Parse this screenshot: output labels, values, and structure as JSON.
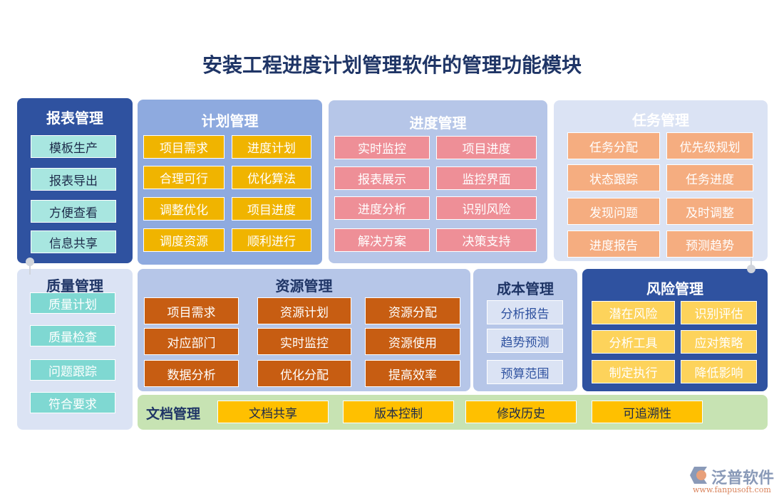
{
  "title": "安装工程进度计划管理软件的管理功能模块",
  "modules": {
    "report": {
      "title": "报表管理",
      "items": [
        "模板生产",
        "报表导出",
        "方便查看",
        "信息共享"
      ]
    },
    "plan": {
      "title": "计划管理",
      "items": [
        "项目需求",
        "进度计划",
        "合理可行",
        "优化算法",
        "调整优化",
        "项目进度",
        "调度资源",
        "顺利进行"
      ]
    },
    "progress": {
      "title": "进度管理",
      "items": [
        "实时监控",
        "项目进度",
        "报表展示",
        "监控界面",
        "进度分析",
        "识别风险",
        "解决方案",
        "决策支持"
      ]
    },
    "task": {
      "title": "任务管理",
      "items": [
        "任务分配",
        "优先级规划",
        "状态跟踪",
        "任务进度",
        "发现问题",
        "及时调整",
        "进度报告",
        "预测趋势"
      ]
    },
    "quality": {
      "title": "质量管理",
      "items": [
        "质量计划",
        "质量检查",
        "问题跟踪",
        "符合要求"
      ]
    },
    "resource": {
      "title": "资源管理",
      "items": [
        "项目需求",
        "资源计划",
        "资源分配",
        "对应部门",
        "实时监控",
        "资源使用",
        "数据分析",
        "优化分配",
        "提高效率"
      ]
    },
    "cost": {
      "title": "成本管理",
      "items": [
        "分析报告",
        "趋势预测",
        "预算范围"
      ]
    },
    "risk": {
      "title": "风险管理",
      "items": [
        "潜在风险",
        "识别评估",
        "分析工具",
        "应对策略",
        "制定执行",
        "降低影响"
      ]
    },
    "doc": {
      "title": "文档管理",
      "items": [
        "文档共享",
        "版本控制",
        "修改历史",
        "可追溯性"
      ]
    }
  },
  "logo": {
    "name": "泛普软件",
    "url": "www.fanpusoft.com"
  },
  "colors": {
    "dark_blue": "#2f52a0",
    "mid_blue": "#8eaadf",
    "light_blue": "#b6c6e8",
    "pale_blue": "#dbe3f4",
    "yellow": "#f0b400",
    "pink": "#ee8f97",
    "orange": "#f5ad80",
    "teal": "#a8e6e0",
    "brown": "#c75d12",
    "green": "#c7e3b3",
    "gold": "#ffc000"
  }
}
